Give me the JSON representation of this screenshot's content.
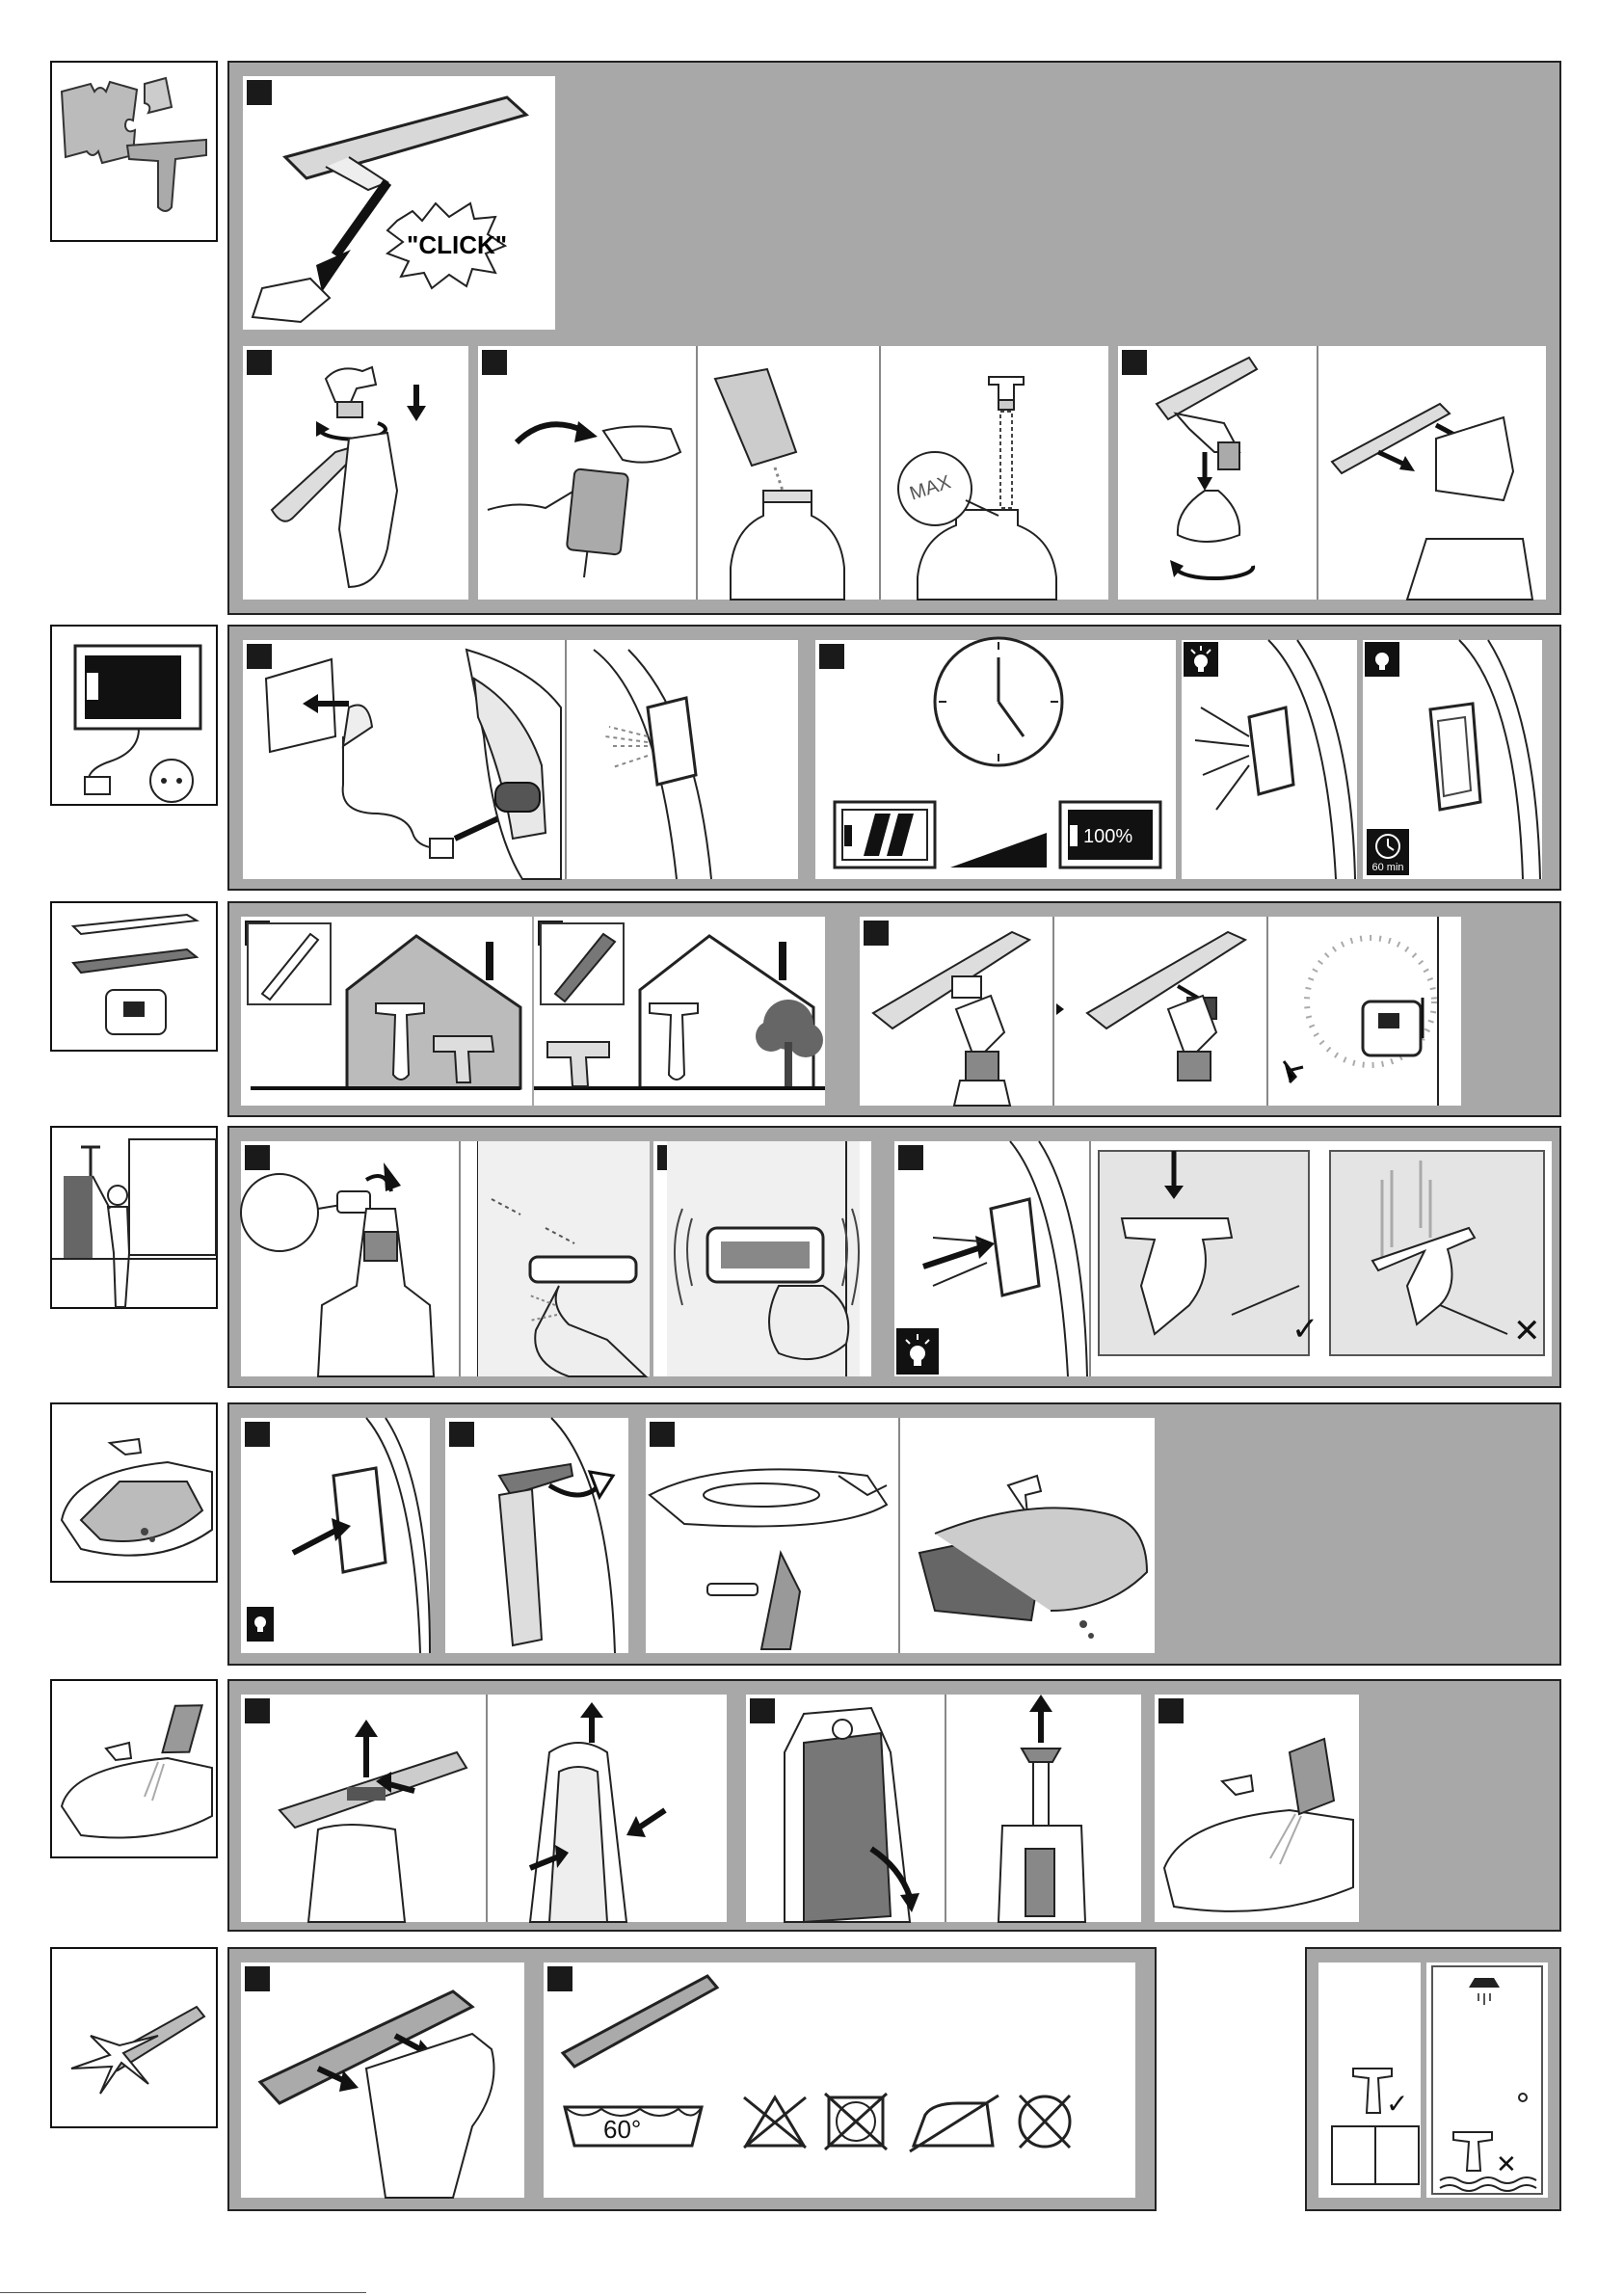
{
  "step_texts": {
    "click": "\"CLICK\"",
    "max": "MAX",
    "battery_full": "100%",
    "timer": "60 min",
    "wash_temp": "60°"
  },
  "sections": [
    {
      "name": "assembly",
      "icon": "puzzle-icon"
    },
    {
      "name": "charging",
      "icon": "charger-icon"
    },
    {
      "name": "wipers",
      "icon": "wiper-blades-icon"
    },
    {
      "name": "operation",
      "icon": "person-cleaning-icon"
    },
    {
      "name": "emptying",
      "icon": "sink-icon"
    },
    {
      "name": "cleaning",
      "icon": "sink-rinse-icon"
    },
    {
      "name": "care",
      "icon": "sparkle-pad-icon"
    }
  ],
  "results": {
    "correct": "✓",
    "wrong": "✕"
  },
  "colors": {
    "section_bg": "#a8a8a8",
    "panel_bg": "#ffffff",
    "step_marker": "#1a1a1a"
  }
}
